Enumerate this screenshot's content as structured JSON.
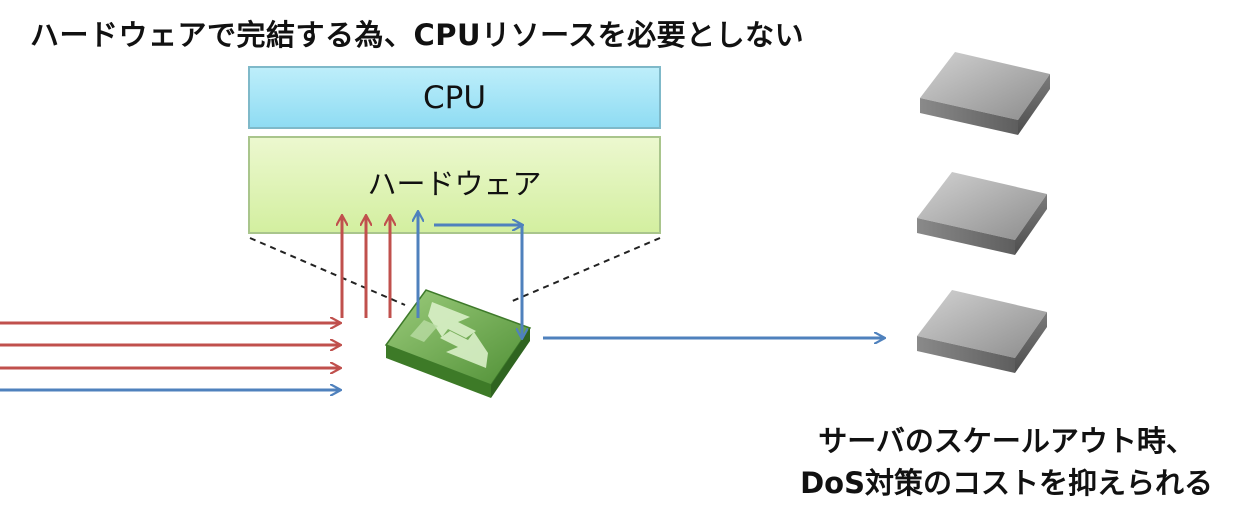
{
  "headline": "ハードウェアで完結する為、CPUリソースを必要としない",
  "stack": {
    "cpu_label": "CPU",
    "hardware_label": "ハードウェア"
  },
  "caption": {
    "line1": "サーバのスケールアウト時、",
    "line2": "DoS対策のコストを抑えられる"
  },
  "colors": {
    "attack_arrow": "#c0504d",
    "normal_arrow": "#4f81bd",
    "cpu_fill": "#9fe1f5",
    "hardware_fill": "#dbf2b2",
    "chip": "#6aa84f",
    "server": "#9a9a9a"
  },
  "icons": {
    "chip": "network-switch-chip-icon",
    "server": "server-block-icon"
  }
}
